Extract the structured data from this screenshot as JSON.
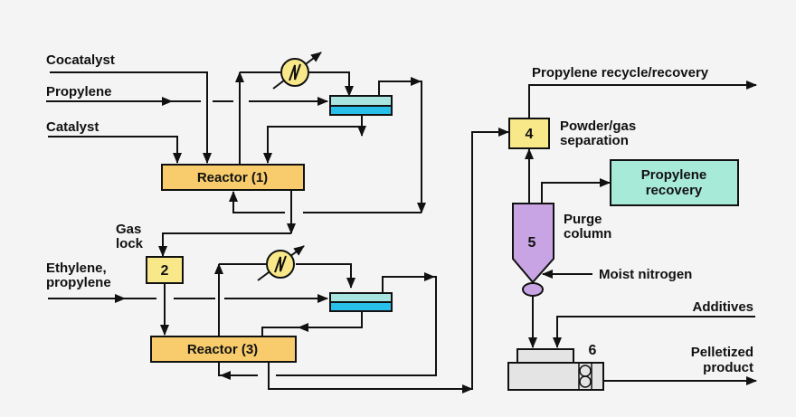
{
  "diagram": {
    "title": "Polypropylene process flow",
    "inputs": {
      "cocatalyst": "Cocatalyst",
      "propylene": "Propylene",
      "catalyst": "Catalyst",
      "ethylene_propylene_line1": "Ethylene,",
      "ethylene_propylene_line2": "propylene",
      "moist_nitrogen": "Moist nitrogen",
      "additives": "Additives"
    },
    "units": {
      "reactor1": "Reactor (1)",
      "reactor3": "Reactor (3)",
      "gas_lock_number": "2",
      "gas_lock_line1": "Gas",
      "gas_lock_line2": "lock",
      "separation_number": "4",
      "separation_line1": "Powder/gas",
      "separation_line2": "separation",
      "purge_number": "5",
      "purge_line1": "Purge",
      "purge_line2": "column",
      "recovery_line1": "Propylene",
      "recovery_line2": "recovery",
      "pelletizer_number": "6"
    },
    "outputs": {
      "recycle": "Propylene recycle/recovery",
      "pellet_line1": "Pelletized",
      "pellet_line2": "product"
    },
    "colors": {
      "reactor": "#f8cc6c",
      "small_box": "#f9e88a",
      "separator_top": "#a8e4e0",
      "separator_bottom": "#28c0ea",
      "heat_exchanger": "#f9e88a",
      "recovery": "#a8ead8",
      "purge": "#c8a4e4",
      "pelletizer": "#e4e4e4"
    }
  }
}
